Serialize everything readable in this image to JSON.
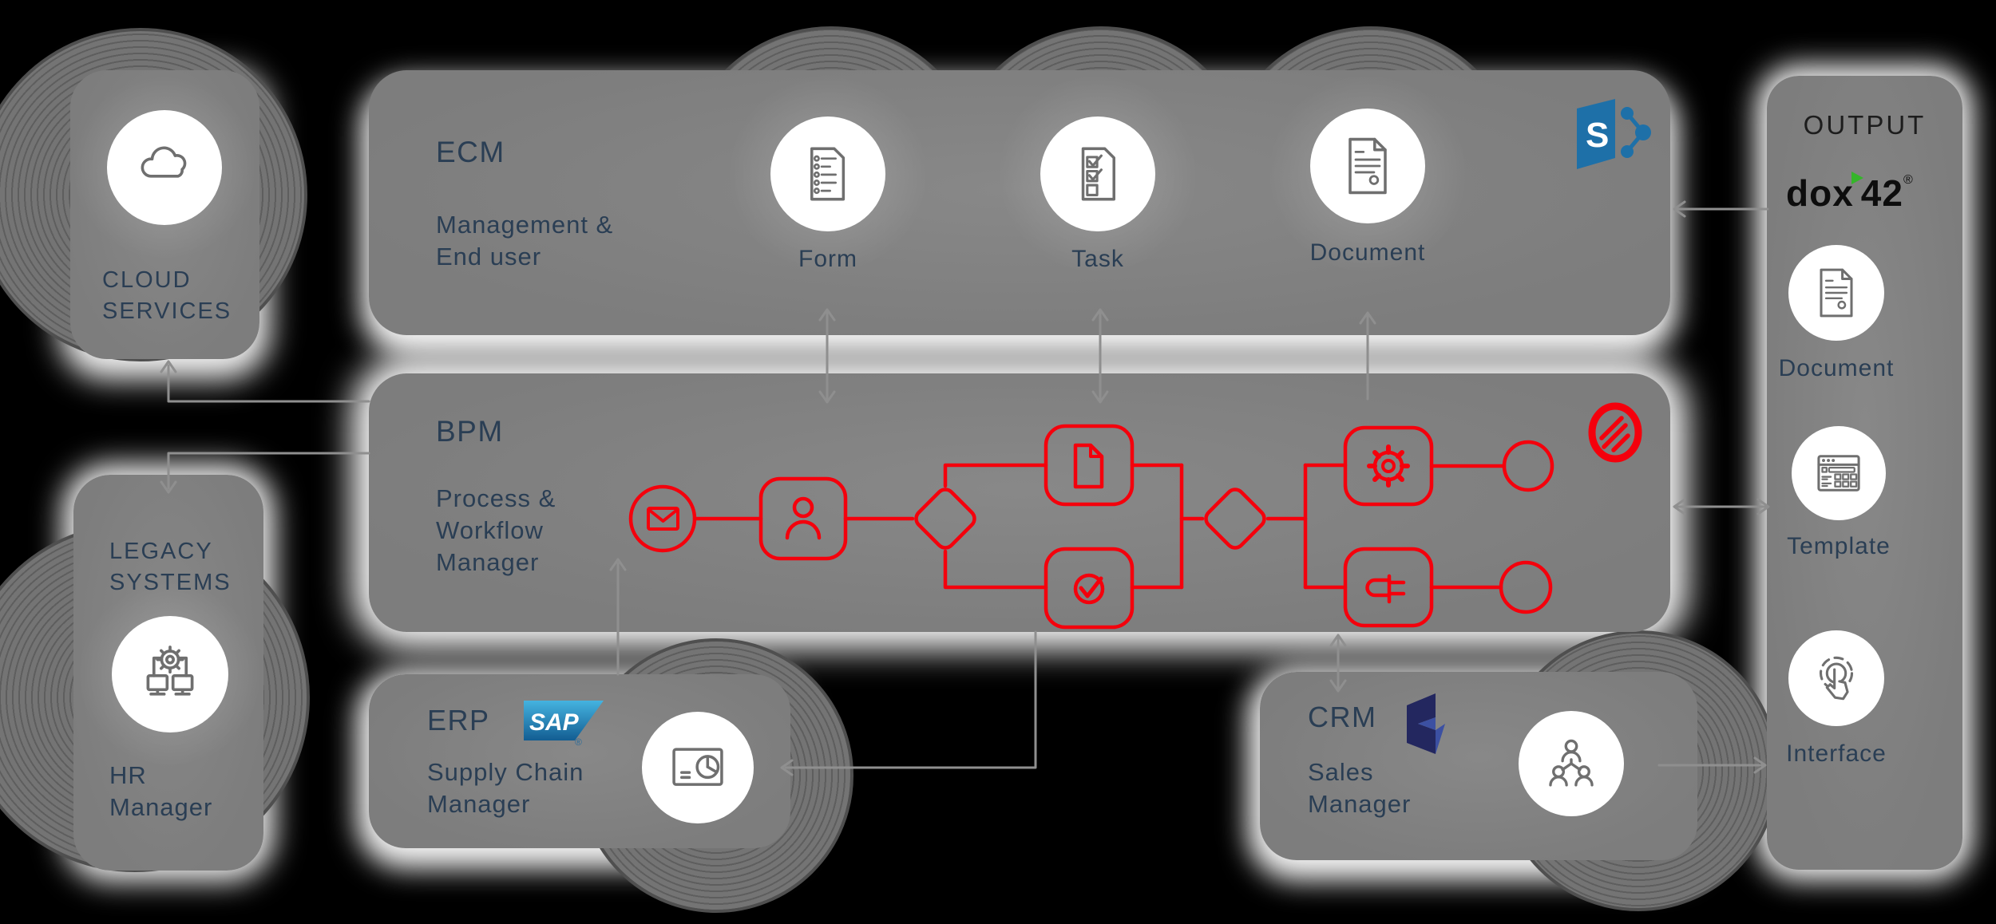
{
  "colors": {
    "workflow_red": "#f4000c",
    "text_navy": "#2a3e54",
    "box_gray": "#7f7f7f",
    "sharepoint_blue": "#1e70a8",
    "sap_blue": "#1a76b0",
    "dynamics_navy": "#23275f",
    "dox42_green": "#35b52a"
  },
  "cloud": {
    "title": "CLOUD\nSERVICES"
  },
  "legacy": {
    "title": "LEGACY\nSYSTEMS",
    "role": "HR\nManager"
  },
  "ecm": {
    "title": "ECM",
    "subtitle": "Management &\nEnd user",
    "items": [
      "Form",
      "Task",
      "Document"
    ],
    "logo_letter": "S"
  },
  "bpm": {
    "title": "BPM",
    "subtitle": "Process &\nWorkflow\nManager"
  },
  "erp": {
    "title": "ERP",
    "logo": "SAP",
    "logo_reg": "®",
    "subtitle": "Supply Chain\nManager"
  },
  "crm": {
    "title": "CRM",
    "subtitle": "Sales\nManager"
  },
  "output": {
    "title": "OUTPUT",
    "logo_prefix": "dox",
    "logo_suffix": "42",
    "logo_reg": "®",
    "items": [
      "Document",
      "Template",
      "Interface"
    ]
  }
}
